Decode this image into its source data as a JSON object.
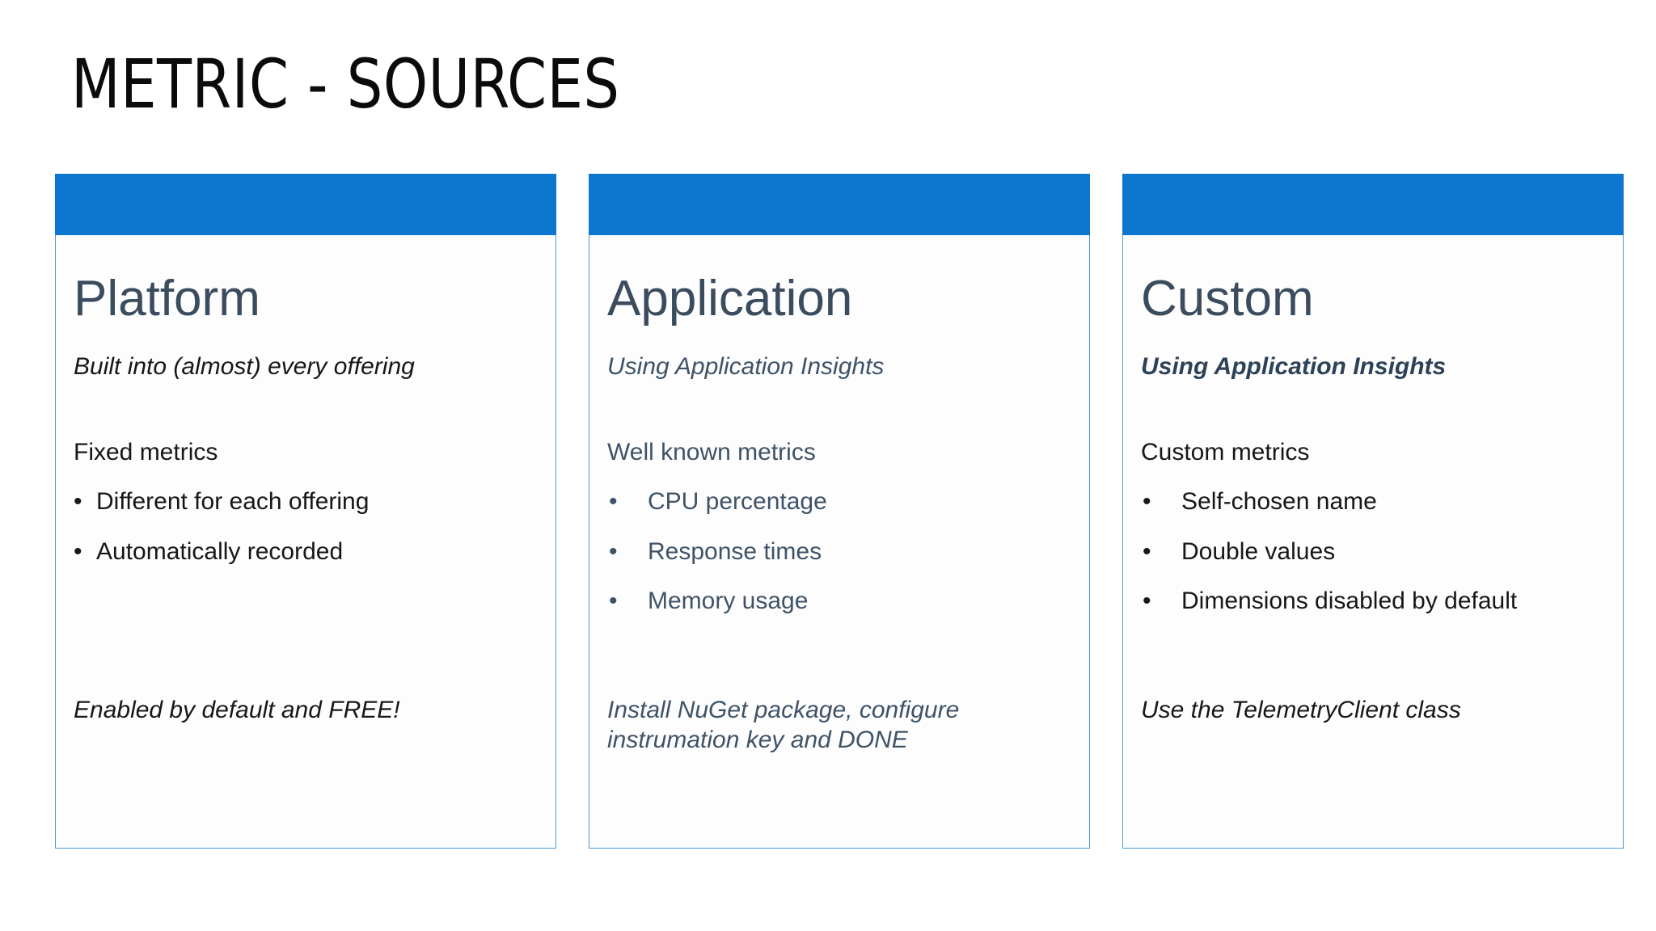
{
  "slide": {
    "title": "METRIC - SOURCES",
    "accent_blue": "#0d77cf",
    "card_border": "#4a9bda",
    "heading_color": "#3a4c5e",
    "slate_text": "#3f5368",
    "dark_text": "#171717"
  },
  "cards": [
    {
      "heading": "Platform",
      "subtitle": "Built into (almost) every offering",
      "lead": "Fixed metrics",
      "bullets": [
        "Different for each offering",
        "Automatically recorded"
      ],
      "footnote": "Enabled by default and FREE!"
    },
    {
      "heading": "Application",
      "subtitle": "Using Application Insights",
      "lead": "Well known metrics",
      "bullets": [
        "CPU percentage",
        "Response times",
        "Memory usage"
      ],
      "footnote": "Install NuGet package, configure instrumation key and DONE"
    },
    {
      "heading": "Custom",
      "subtitle": "Using Application Insights",
      "lead": "Custom metrics",
      "bullets": [
        "Self-chosen name",
        "Double values",
        "Dimensions disabled by default"
      ],
      "footnote": "Use the TelemetryClient class"
    }
  ],
  "bullet_glyph": "•"
}
